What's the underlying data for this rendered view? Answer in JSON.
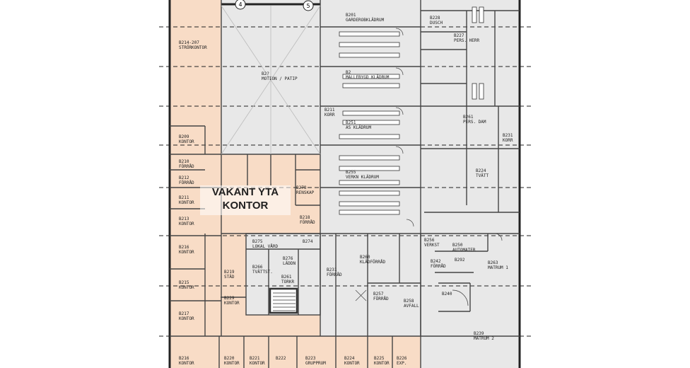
{
  "plan": {
    "colors": {
      "vacant_fill": "#f8dcc6",
      "occupied_fill": "#e8e8e8",
      "wall": "#333333",
      "grid": "#222222"
    },
    "grid_markers": [
      "4",
      "5"
    ],
    "vacant_callout": {
      "line1": "VAKANT YTA",
      "line2": "KONTOR"
    },
    "rooms": [
      {
        "id": "B214-207",
        "name": "STRÖRKONTOR"
      },
      {
        "id": "B2?",
        "name": "MOTION / PATIP"
      },
      {
        "id": "B201",
        "name": "GARDEROBKLÄDRUM"
      },
      {
        "id": "B2",
        "name": "MALLEBYGD KLÄDRUM"
      },
      {
        "id": "B211",
        "name": "KORR"
      },
      {
        "id": "B251",
        "name": "AS KLÄDRUM"
      },
      {
        "id": "B255",
        "name": "VERKN KLÄDRUM"
      },
      {
        "id": "B228",
        "name": "DUSCH"
      },
      {
        "id": "B227",
        "name": "PERS. HERR"
      },
      {
        "id": "B261",
        "name": "PERS. DAM"
      },
      {
        "id": "B231",
        "name": "KORR"
      },
      {
        "id": "B224",
        "name": "TVÄTT"
      },
      {
        "id": "B209",
        "name": "KONTOR"
      },
      {
        "id": "B210",
        "name": "FÖRRÅD"
      },
      {
        "id": "B212",
        "name": "FÖRRÅD"
      },
      {
        "id": "B211",
        "name": "KONTOR"
      },
      {
        "id": "B213",
        "name": "KONTOR"
      },
      {
        "id": "B216",
        "name": "KONTOR"
      },
      {
        "id": "B215",
        "name": "KONTOR"
      },
      {
        "id": "B217",
        "name": "KONTOR"
      },
      {
        "id": "B278",
        "name": "RENSKAP"
      },
      {
        "id": "B218",
        "name": "FÖRRÅD"
      },
      {
        "id": "B275",
        "name": "LOKAL VÅRD"
      },
      {
        "id": "B274",
        "name": ""
      },
      {
        "id": "B276",
        "name": "LÄDDN"
      },
      {
        "id": "B266",
        "name": "TVÄTTST."
      },
      {
        "id": "B261",
        "name": "TORKR"
      },
      {
        "id": "B219",
        "name": "STÄD"
      },
      {
        "id": "B260",
        "name": "KLÄDFÖRRÅD"
      },
      {
        "id": "B231",
        "name": "FÖRRÅD"
      },
      {
        "id": "B257",
        "name": "FÖRRÅD"
      },
      {
        "id": "B242",
        "name": "FÖRRÅD"
      },
      {
        "id": "B258",
        "name": "AVFALL"
      },
      {
        "id": "B256",
        "name": "VERKST"
      },
      {
        "id": "B250",
        "name": "AUTOMATER"
      },
      {
        "id": "B292",
        "name": ""
      },
      {
        "id": "B263",
        "name": "MATRUM 1"
      },
      {
        "id": "B240",
        "name": ""
      },
      {
        "id": "B239",
        "name": "MATRUM 2"
      },
      {
        "id": "B220",
        "name": "KONTOR"
      },
      {
        "id": "B221",
        "name": "KONTOR"
      },
      {
        "id": "B222",
        "name": ""
      },
      {
        "id": "B223",
        "name": "GRUPPRUM"
      },
      {
        "id": "B224",
        "name": "KONTOR"
      },
      {
        "id": "B225",
        "name": "KONTOR"
      },
      {
        "id": "B226",
        "name": "EXP."
      },
      {
        "id": "B216",
        "name": "KONTOR"
      },
      {
        "id": "B229",
        "name": "KONTOR"
      }
    ]
  }
}
